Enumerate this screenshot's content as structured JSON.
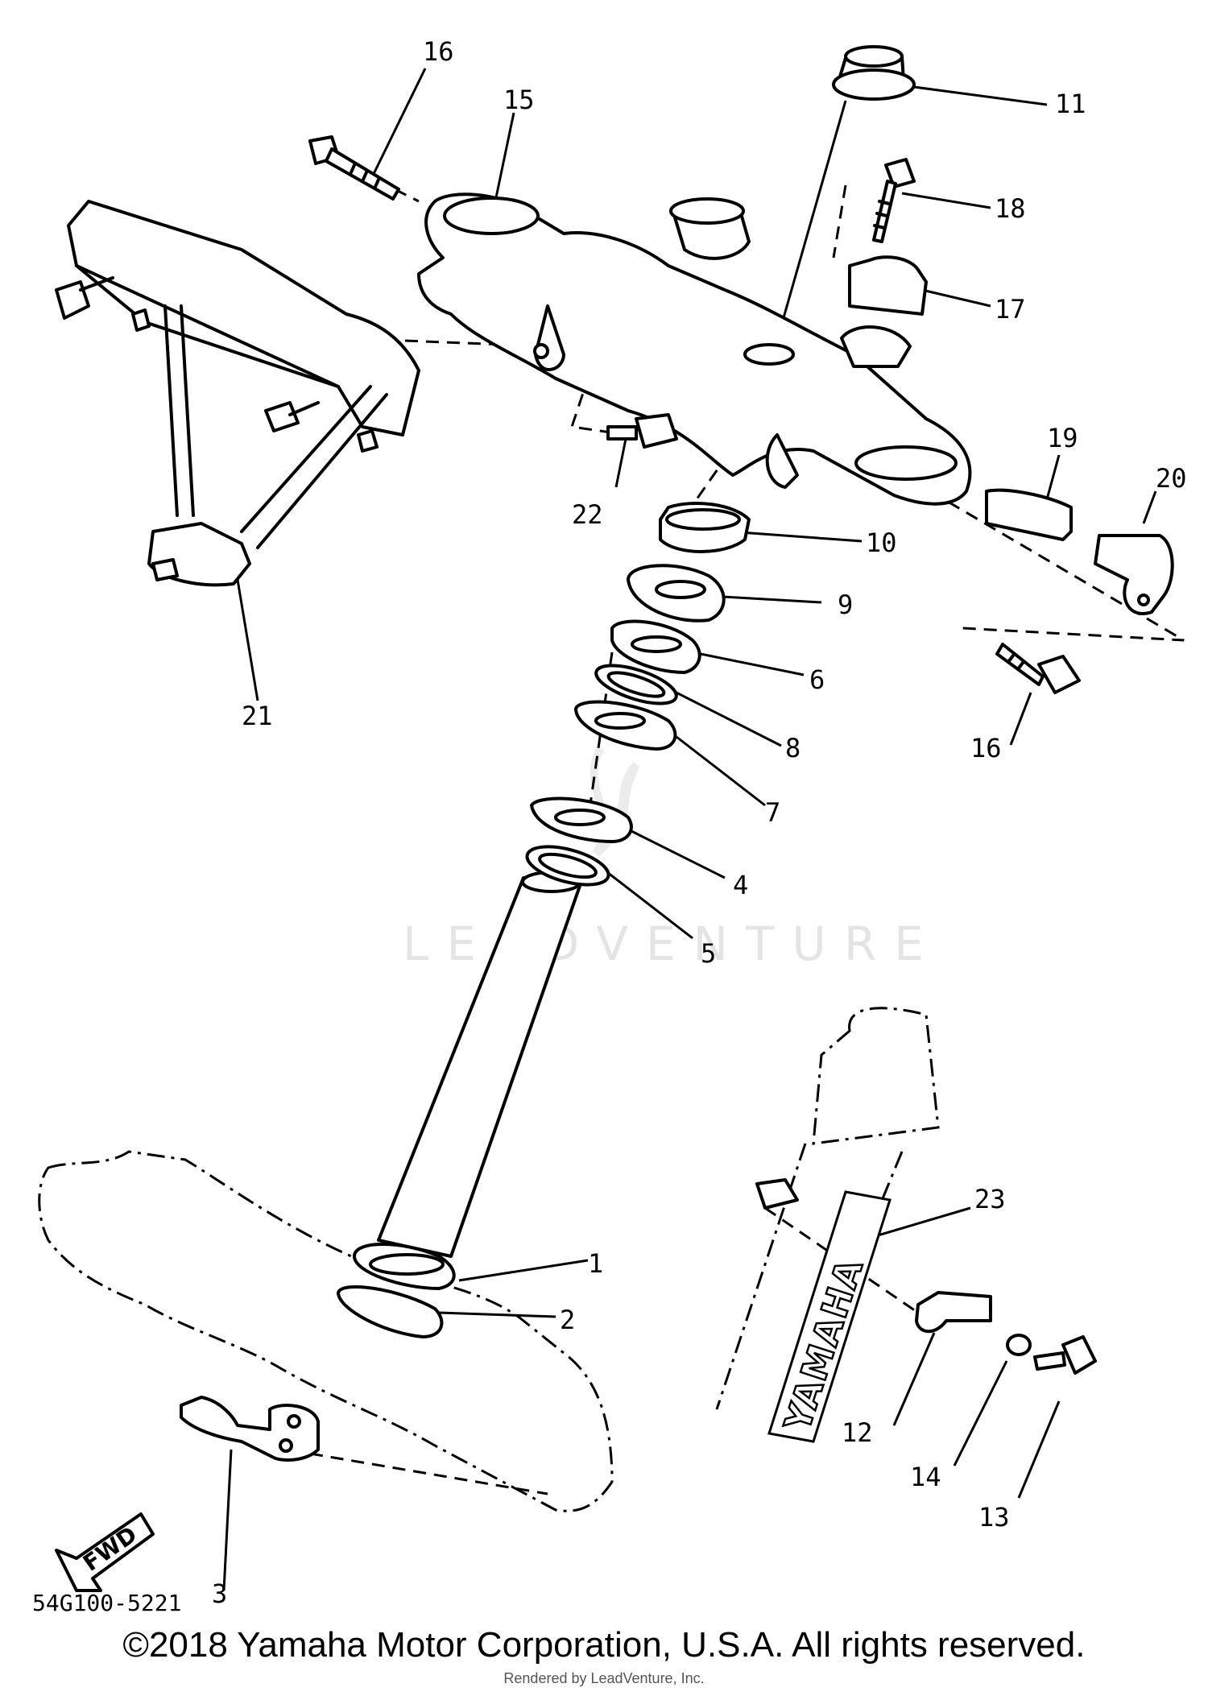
{
  "diagram": {
    "part_labels": [
      {
        "id": "1",
        "text": "1"
      },
      {
        "id": "2",
        "text": "2"
      },
      {
        "id": "3",
        "text": "3"
      },
      {
        "id": "4",
        "text": "4"
      },
      {
        "id": "5",
        "text": "5"
      },
      {
        "id": "6",
        "text": "6"
      },
      {
        "id": "7",
        "text": "7"
      },
      {
        "id": "8",
        "text": "8"
      },
      {
        "id": "9",
        "text": "9"
      },
      {
        "id": "10",
        "text": "10"
      },
      {
        "id": "11",
        "text": "11"
      },
      {
        "id": "12",
        "text": "12"
      },
      {
        "id": "13",
        "text": "13"
      },
      {
        "id": "14",
        "text": "14"
      },
      {
        "id": "15",
        "text": "15"
      },
      {
        "id": "16a",
        "text": "16"
      },
      {
        "id": "16b",
        "text": "16"
      },
      {
        "id": "17",
        "text": "17"
      },
      {
        "id": "18",
        "text": "18"
      },
      {
        "id": "19",
        "text": "19"
      },
      {
        "id": "20",
        "text": "20"
      },
      {
        "id": "21",
        "text": "21"
      },
      {
        "id": "22",
        "text": "22"
      },
      {
        "id": "23",
        "text": "23"
      }
    ],
    "fork_brand": "YAMAHA",
    "direction_arrow": "FWD",
    "drawing_code": "54G100-5221",
    "watermark": "LEADVENTURE"
  },
  "footer": {
    "copyright": "©2018 Yamaha Motor Corporation, U.S.A. All rights reserved.",
    "rendered_by": "Rendered by LeadVenture, Inc."
  }
}
